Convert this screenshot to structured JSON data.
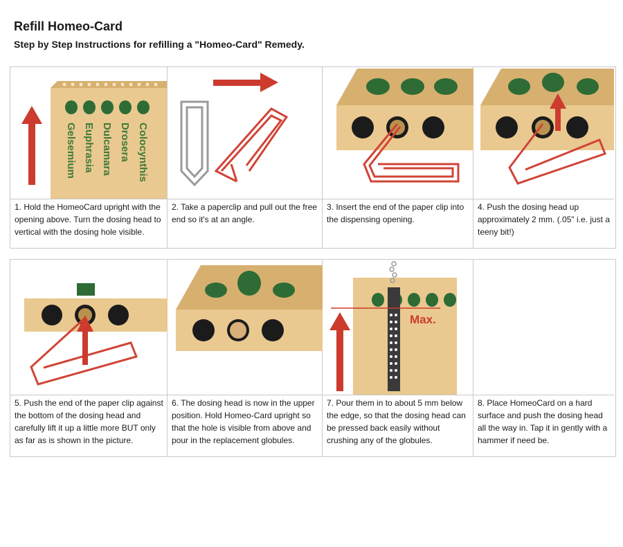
{
  "title": "Refill Homeo-Card",
  "subtitle": "Step by Step Instructions for refilling a \"Homeo-Card\" Remedy.",
  "remedy_labels": [
    "Gelsemium",
    "Euphrasia",
    "Dulcamara",
    "Drosera",
    "Colocynthis"
  ],
  "max_label": "Max.",
  "steps": [
    {
      "caption": "1. Hold the HomeoCard upright with the opening above. Turn the dosing head to vertical with the dosing hole visible."
    },
    {
      "caption": "2. Take a paperclip and pull out the free end so it's at an angle."
    },
    {
      "caption": "3. Insert the end of the paper clip into the dispensing opening."
    },
    {
      "caption": "4. Push the dosing head up approximately 2 mm. (.05\" i.e. just a teeny bit!)"
    },
    {
      "caption": "5. Push the end of the paper clip against the bottom of the dosing head and carefully lift it up a little more BUT only as far as is shown in the picture."
    },
    {
      "caption": "6. The dosing head is now in the upper position. Hold Homeo-Card upright so that the hole is visible from above and pour in the replacement globules."
    },
    {
      "caption": "7. Pour them in to about 5 mm below the edge, so that the dosing head can be pressed back easily without crushing any of the globules."
    },
    {
      "caption": "8. Place HomeoCard on a hard surface and push the dosing head all the way in. Tap it in gently with a hammer if need be."
    }
  ],
  "colors": {
    "card": "#e9c98f",
    "card_side": "#d7b070",
    "dot": "#2f6b35",
    "arrow": "#cc3b2e",
    "clip": "#d04437",
    "grey_clip": "#9a9a9a"
  }
}
